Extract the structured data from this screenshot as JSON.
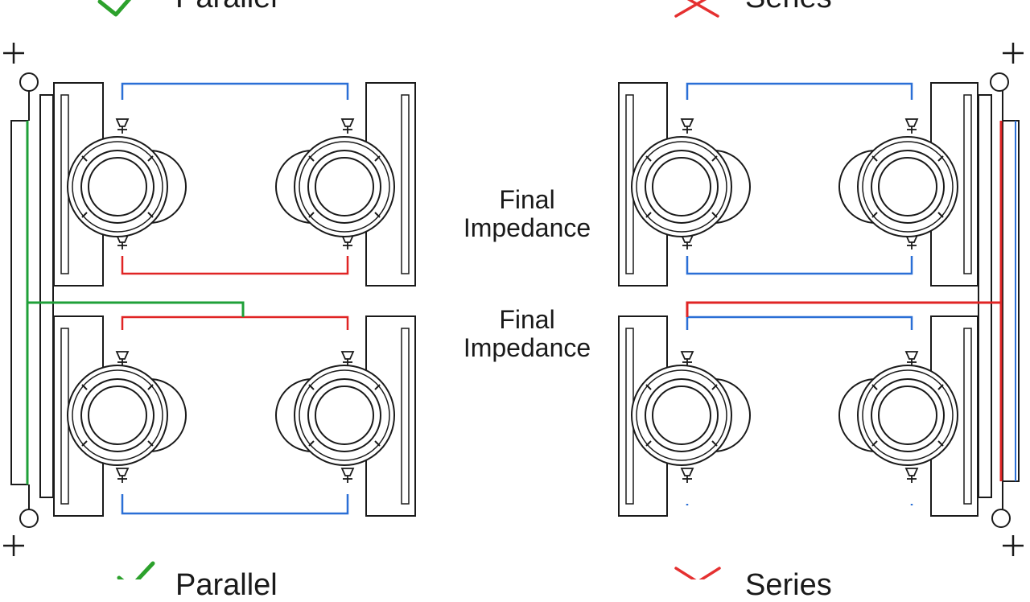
{
  "headings": {
    "top_left": "Parallel",
    "top_right": "Series",
    "bottom_left": "Parallel",
    "bottom_right": "Series"
  },
  "final_impedance": {
    "top": [
      "Final",
      "Impedance"
    ],
    "bottom": [
      "Final",
      "Impedance"
    ]
  },
  "terminal_signs": {
    "plus": "+"
  },
  "colors": {
    "positive_wire": "#e02424",
    "negative_wire": "#2a6fd6",
    "parallel_bus": "#1fa038",
    "check_mark": "#2ca12c",
    "cross_mark": "#e53030",
    "line_art": "#1a1a1a"
  },
  "icons": {
    "check": "check-icon",
    "cross": "cross-icon",
    "speaker": "speaker-icon",
    "terminal": "terminal-icon"
  }
}
